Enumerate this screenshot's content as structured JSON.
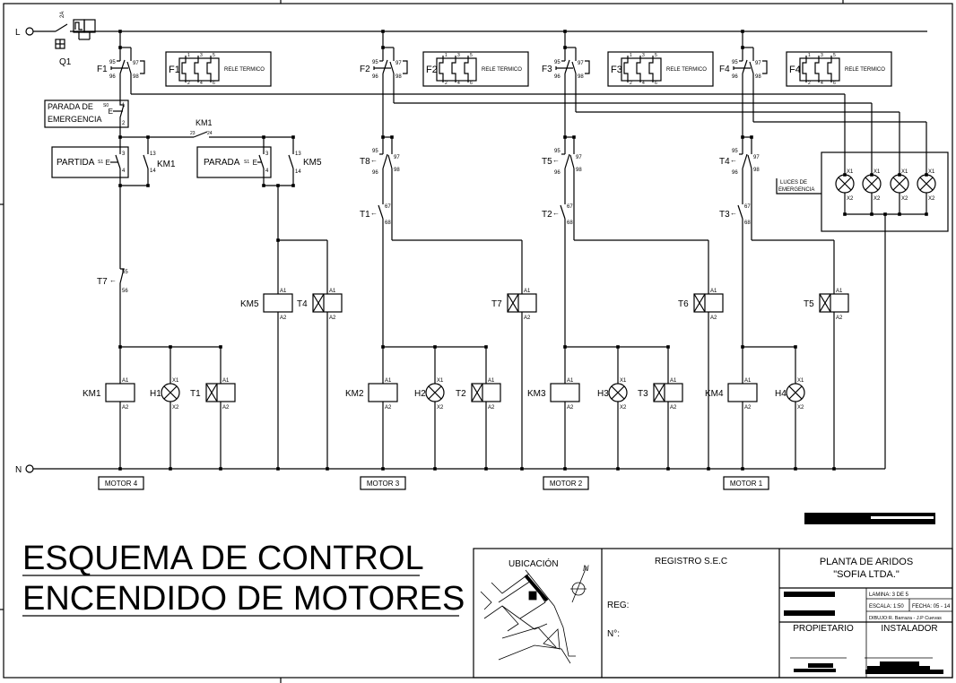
{
  "supply": {
    "line": "L",
    "neutral": "N",
    "breaker": "Q1",
    "breaker_rating": "2A"
  },
  "terminals": {
    "overload_nc": [
      "95",
      "96"
    ],
    "overload_no": [
      "97",
      "98"
    ],
    "relay_poles": [
      "1",
      "2",
      "3",
      "4",
      "5",
      "6"
    ],
    "coil": [
      "A1",
      "A2"
    ],
    "lamp": [
      "X1",
      "X2"
    ],
    "aux_no": [
      "13",
      "14"
    ],
    "interlock": [
      "23",
      "24"
    ],
    "pushbutton": [
      "3",
      "4"
    ],
    "estop": [
      "1",
      "2"
    ],
    "timer_nc": [
      "55",
      "56"
    ],
    "timer_no": [
      "67",
      "68"
    ],
    "timer_changeover": [
      "95",
      "96",
      "97",
      "98"
    ]
  },
  "thermal_relay_label": "RELE TERMICO",
  "control": {
    "emergency_stop": {
      "line1": "PARADA DE",
      "line2": "EMERGENCIA",
      "tag": "S0"
    },
    "start": {
      "label": "PARTIDA",
      "tag": "S1"
    },
    "stop": {
      "label": "PARADA",
      "tag": "S1"
    },
    "holding_contact": "KM1",
    "interlock_contact": "KM1",
    "km5_contact": "KM5",
    "timer_contact_col1": "T7",
    "coil_km5": "KM5",
    "coil_t4": "T4"
  },
  "columns": [
    {
      "overload": "F1",
      "timer_changeover": "",
      "timer_no": "",
      "timer_coil": "",
      "loads": [
        "KM1",
        "H1",
        "T1"
      ],
      "motor": "MOTOR 4"
    },
    {
      "overload": "F2",
      "timer_changeover": "T8",
      "timer_no": "T1",
      "timer_coil": "T7",
      "loads": [
        "KM2",
        "H2",
        "T2"
      ],
      "motor": "MOTOR 3"
    },
    {
      "overload": "F3",
      "timer_changeover": "T5",
      "timer_no": "T2",
      "timer_coil": "T6",
      "loads": [
        "KM3",
        "H3",
        "T3"
      ],
      "motor": "MOTOR 2"
    },
    {
      "overload": "F4",
      "timer_changeover": "T4",
      "timer_no": "T3",
      "timer_coil": "T5",
      "loads": [
        "KM4",
        "H4"
      ],
      "motor": "MOTOR 1"
    }
  ],
  "emergency_lights": {
    "line1": "LUCES DE",
    "line2": "EMERGENCIA"
  },
  "title": {
    "line1": "ESQUEMA DE CONTROL",
    "line2": "ENCENDIDO DE MOTORES"
  },
  "title_block": {
    "location_label": "UBICACIÓN",
    "north": "N",
    "registry_label": "REGISTRO S.E.C",
    "reg_label": "REG:",
    "number_label": "N°:",
    "project_line1": "PLANTA DE ARIDOS",
    "project_line2": "\"SOFIA LTDA.\"",
    "sheet": "LAMINA: 3 DE 5",
    "scale": "ESCALA: 1:50",
    "date": "FECHA: 05 - 14",
    "drawn_by": "DIBUJO:R. Barraza - J.P Cuevas",
    "owner_label": "PROPIETARIO",
    "installer_label": "INSTALADOR"
  }
}
